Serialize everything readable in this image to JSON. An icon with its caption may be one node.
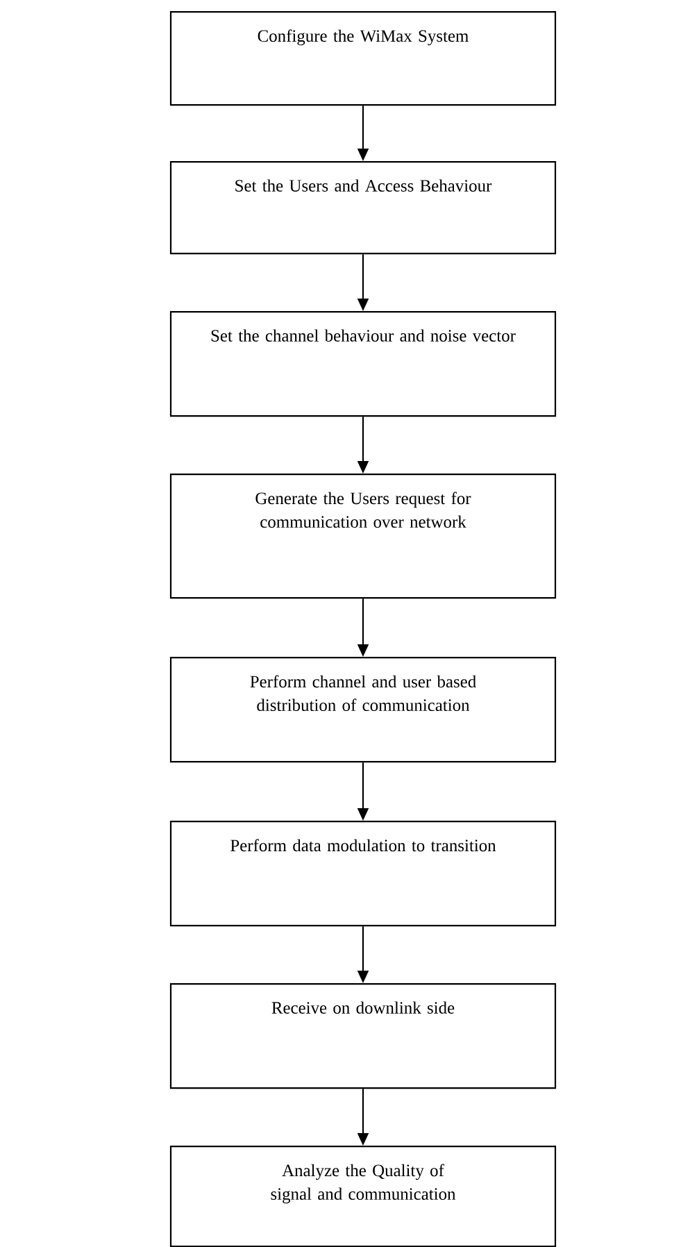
{
  "diagram": {
    "nodes": [
      {
        "text": [
          "Configure the WiMax System"
        ]
      },
      {
        "text": [
          "Set the Users and Access Behaviour"
        ]
      },
      {
        "text": [
          "Set the channel behaviour and noise vector"
        ]
      },
      {
        "text": [
          "Generate the Users request for communication over network"
        ]
      },
      {
        "text": [
          "Perform channel and user based distribution of communication"
        ]
      },
      {
        "text": [
          "Perform data modulation to transition"
        ]
      },
      {
        "text": [
          "Receive on downlink side"
        ]
      },
      {
        "text": [
          "Analyze the Quality of signal and communication"
        ]
      }
    ],
    "edges": [
      {
        "from": 0,
        "to": 1,
        "arrow": "to"
      },
      {
        "from": 1,
        "to": 2,
        "arrow": "to"
      },
      {
        "from": 2,
        "to": 3,
        "arrow": "to"
      },
      {
        "from": 3,
        "to": 4,
        "arrow": "to"
      },
      {
        "from": 4,
        "to": 5,
        "arrow": "to"
      },
      {
        "from": 5,
        "to": 6,
        "arrow": "to"
      },
      {
        "from": 6,
        "to": 7,
        "arrow": "to"
      }
    ]
  }
}
